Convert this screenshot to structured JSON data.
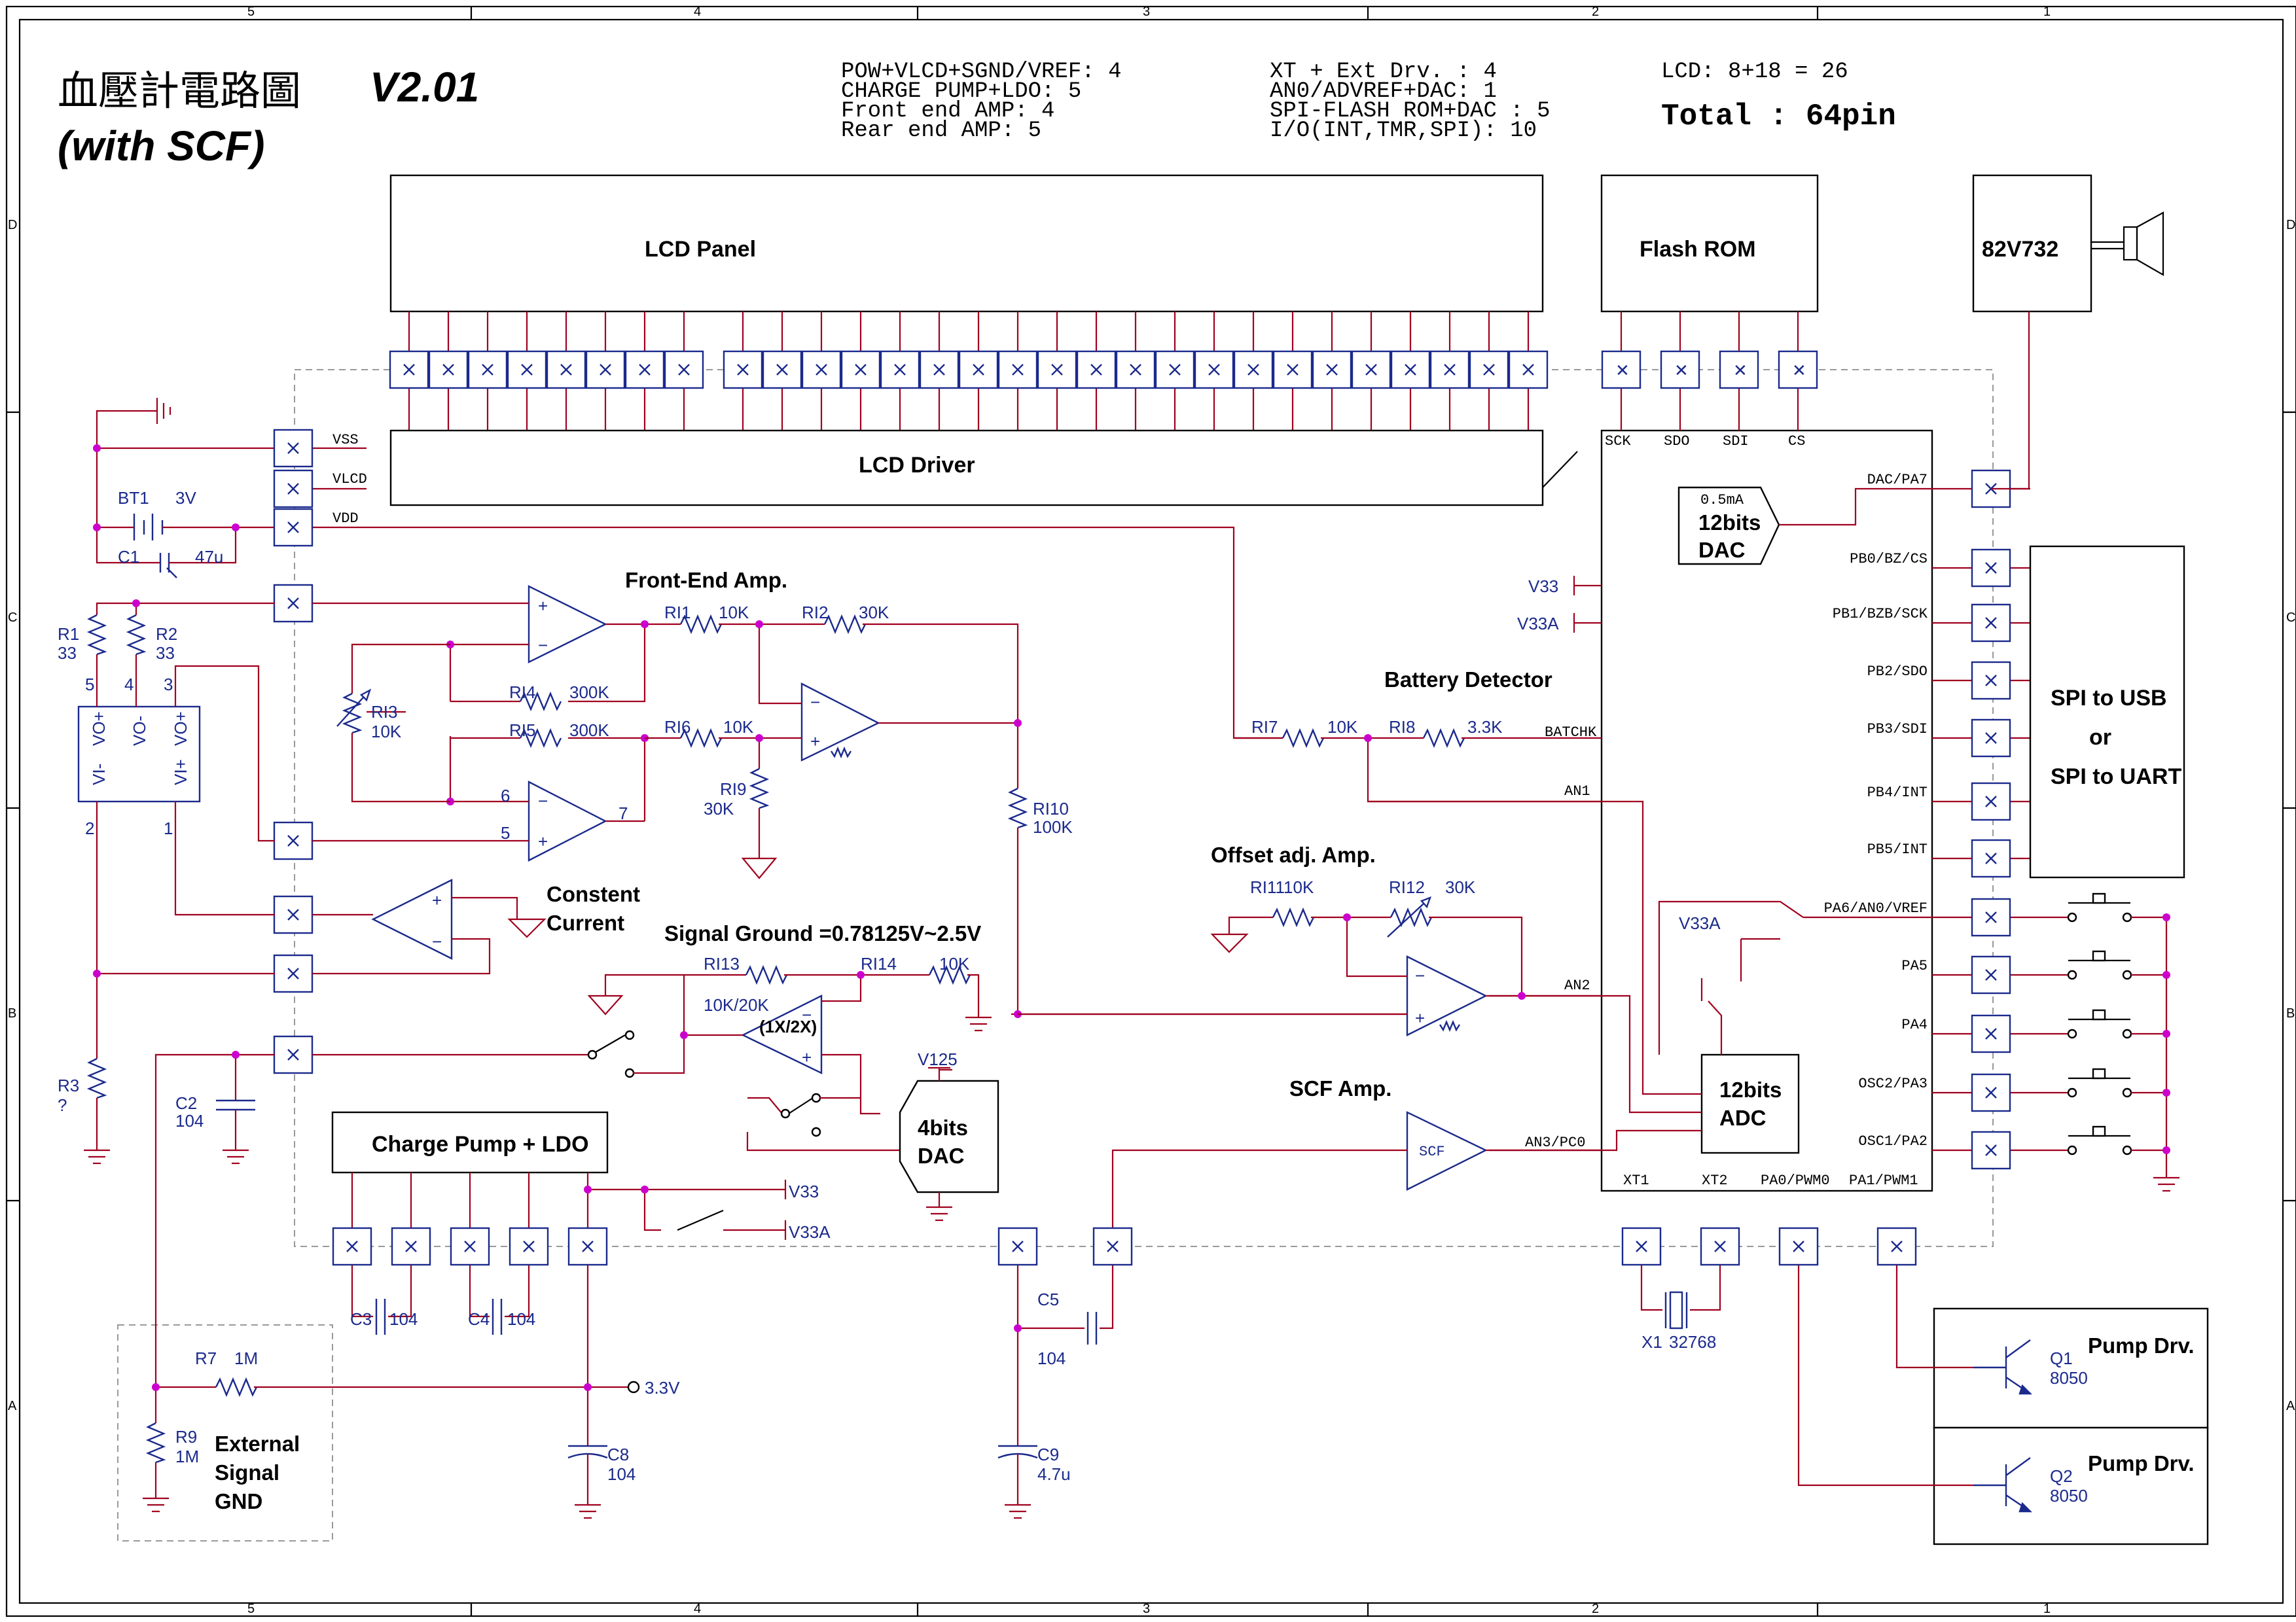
{
  "header": {
    "title_cn": "血壓計電路圖",
    "version": "V2.01",
    "subtitle": "(with SCF)",
    "pin_counts": [
      "POW+VLCD+SGND/VREF: 4",
      "CHARGE PUMP+LDO: 5",
      "Front end AMP: 4",
      "Rear end AMP: 5",
      "XT + Ext Drv. : 4",
      "AN0/ADVREF+DAC: 1",
      "SPI-FLASH ROM+DAC : 5",
      "I/O(INT,TMR,SPI): 10",
      "LCD: 8+18 = 26"
    ],
    "total": "Total : 64pin"
  },
  "frame": {
    "cols": [
      "5",
      "4",
      "3",
      "2",
      "1"
    ],
    "rows": [
      "D",
      "C",
      "B",
      "A"
    ]
  },
  "blocks": {
    "lcd_panel": "LCD Panel",
    "lcd_driver": "LCD Driver",
    "flash_rom": "Flash ROM",
    "speaker_ic": "82V732",
    "spi_box": [
      "SPI to USB",
      "or",
      "SPI to UART"
    ],
    "charge_pump": "Charge Pump + LDO",
    "dac12": [
      "0.5mA",
      "12bits",
      "DAC"
    ],
    "adc12": [
      "12bits",
      "ADC"
    ],
    "dac4": [
      "4bits",
      "DAC"
    ],
    "pump1": "Pump Drv.",
    "pump2": "Pump Drv.",
    "ext_gnd": [
      "External",
      "Signal",
      "GND"
    ]
  },
  "section_labels": {
    "front_end": "Front-End Amp.",
    "battery": "Battery Detector",
    "offset": "Offset adj. Amp.",
    "signal_ground": "Signal Ground   =0.78125V~2.5V",
    "scf_amp": "SCF Amp.",
    "constant": [
      "Constent",
      "Current"
    ]
  },
  "mcu_pins": {
    "top": [
      "SCK",
      "SDO",
      "SDI",
      "CS"
    ],
    "right": [
      "DAC/PA7",
      "PB0/BZ/CS",
      "PB1/BZB/SCK",
      "PB2/SDO",
      "PB3/SDI",
      "PB4/INT",
      "PB5/INT",
      "PA6/AN0/VREF",
      "PA5",
      "PA4",
      "OSC2/PA3",
      "OSC1/PA2"
    ],
    "bottom": [
      "XT1",
      "XT2",
      "PA0/PWM0",
      "PA1/PWM1"
    ],
    "left": [
      "BATCHK",
      "AN1",
      "AN2",
      "AN3/PC0"
    ],
    "power": [
      "V33",
      "V33A"
    ]
  },
  "left_pins": [
    "VSS",
    "VLCD",
    "VDD"
  ],
  "components": {
    "bt1": [
      "BT1",
      "3V"
    ],
    "c1": [
      "C1",
      "47u"
    ],
    "r1": [
      "R1",
      "33"
    ],
    "r2": [
      "R2",
      "33"
    ],
    "r3": [
      "R3",
      "?"
    ],
    "c2": [
      "C2",
      "104"
    ],
    "ri1": [
      "RI1",
      "10K"
    ],
    "ri2": [
      "RI2",
      "30K"
    ],
    "ri3": [
      "RI3",
      "10K"
    ],
    "ri4": [
      "RI4",
      "300K"
    ],
    "ri5": [
      "RI5",
      "300K"
    ],
    "ri6": [
      "RI6",
      "10K"
    ],
    "ri7": [
      "RI7",
      "10K"
    ],
    "ri8": [
      "RI8",
      "3.3K"
    ],
    "ri9": [
      "RI9",
      "30K"
    ],
    "ri10": [
      "RI10",
      "100K"
    ],
    "ri11": "RI1110K",
    "ri12": [
      "RI12",
      "30K"
    ],
    "ri13": [
      "RI13",
      "10K/20K"
    ],
    "ri14": [
      "RI14",
      "10K"
    ],
    "gain": "(1X/2X)",
    "v125": "V125",
    "v33": "V33",
    "v33a": "V33A",
    "c3": [
      "C3",
      "104"
    ],
    "c4": [
      "C4",
      "104"
    ],
    "c5": [
      "C5",
      "104"
    ],
    "c8": [
      "C8",
      "104"
    ],
    "c9": [
      "C9",
      "4.7u"
    ],
    "r7": [
      "R7",
      "1M"
    ],
    "r9": [
      "R9",
      "1M"
    ],
    "v3v3": "3.3V",
    "x1": [
      "X1",
      "32768"
    ],
    "q1": [
      "Q1",
      "8050"
    ],
    "q2": [
      "Q2",
      "8050"
    ],
    "scf": "SCF",
    "pin_nums": [
      "5",
      "4",
      "3",
      "2",
      "1",
      "6",
      "7",
      "5"
    ],
    "sensor_pins": [
      "VI-",
      "VO+",
      "VO-",
      "VI+",
      "VO+"
    ]
  },
  "colors": {
    "wire": "#a0001e",
    "component": "#1b2a8c",
    "node": "#cc00cc",
    "block_border": "#000000"
  }
}
